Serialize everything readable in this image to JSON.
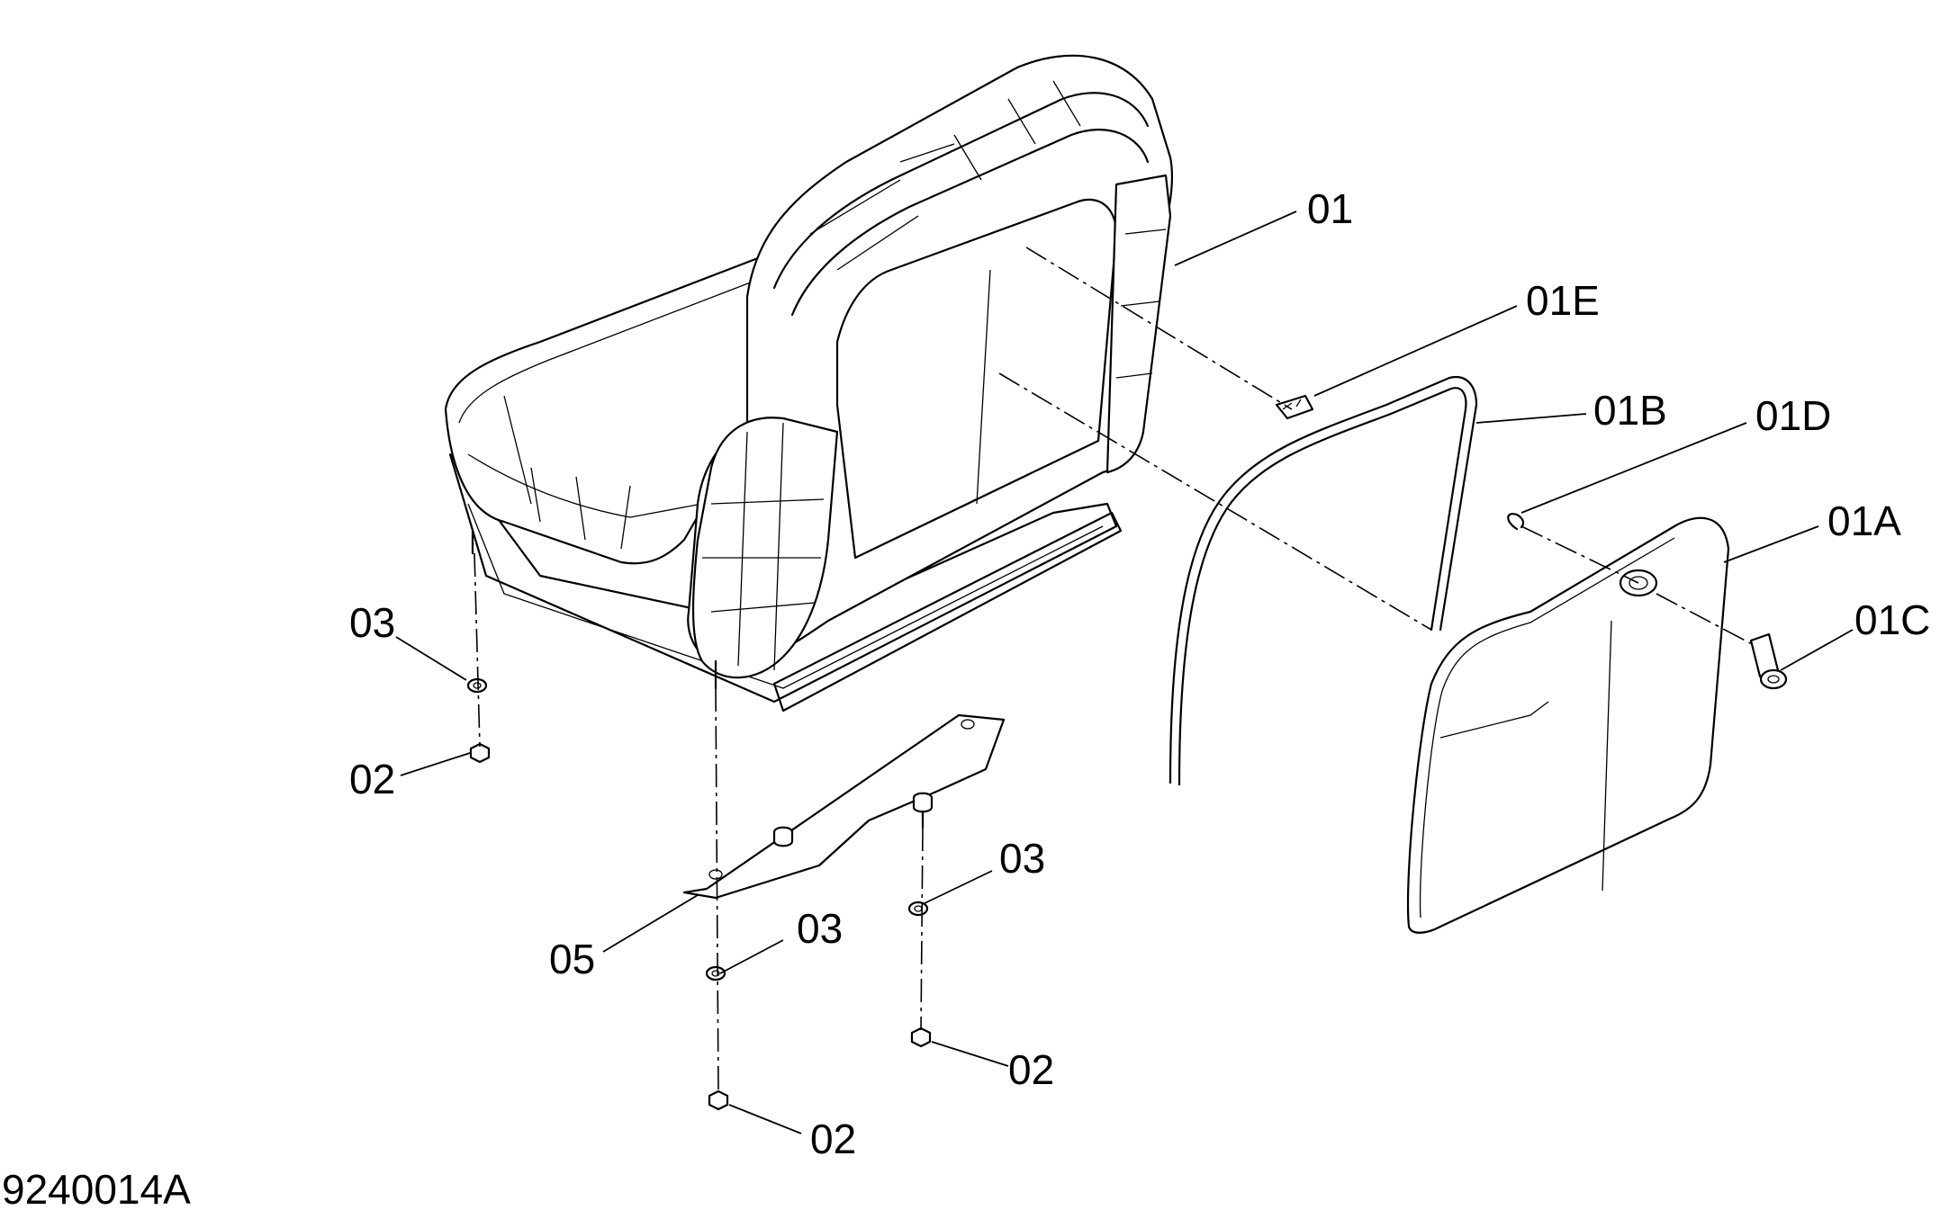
{
  "figure_id": "9240014A",
  "callouts": {
    "c01": "01",
    "c01E": "01E",
    "c01B": "01B",
    "c01D": "01D",
    "c01A": "01A",
    "c01C": "01C",
    "c03_left": "03",
    "c02_left": "02",
    "c03_mid": "03",
    "c03_right": "03",
    "c05": "05",
    "c02_right": "02",
    "c02_bottom": "02"
  }
}
